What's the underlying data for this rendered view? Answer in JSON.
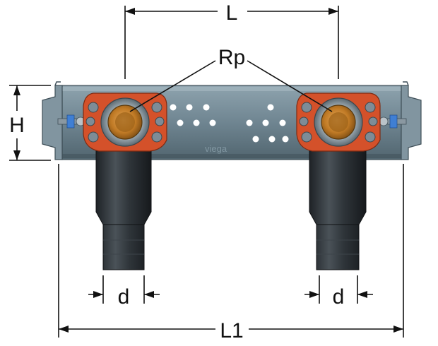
{
  "labels": {
    "L": "L",
    "Rp": "Rp",
    "H": "H",
    "d_left": "d",
    "d_right": "d",
    "L1": "L1"
  },
  "colors": {
    "rail": "#6f8591",
    "rail_dark": "#4e626d",
    "flange": "#d4512a",
    "brass": "#c9862a",
    "pipe": "#2f353a",
    "screw": "#7e8c96"
  },
  "rail_text": "viega"
}
